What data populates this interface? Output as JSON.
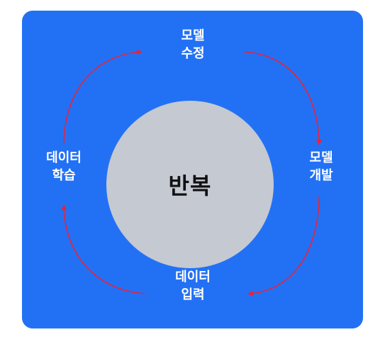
{
  "center_label": "반복",
  "stages": {
    "top": {
      "line1": "모델",
      "line2": "수정"
    },
    "right": {
      "line1": "모델",
      "line2": "개발"
    },
    "bottom": {
      "line1": "데이터",
      "line2": "입력"
    },
    "left": {
      "line1": "데이터",
      "line2": "학습"
    }
  },
  "colors": {
    "panel": "#2271f5",
    "circle": "#c4c9d2",
    "arrow": "#e8233a",
    "stage_text": "#ffffff",
    "center_text": "#111111"
  }
}
